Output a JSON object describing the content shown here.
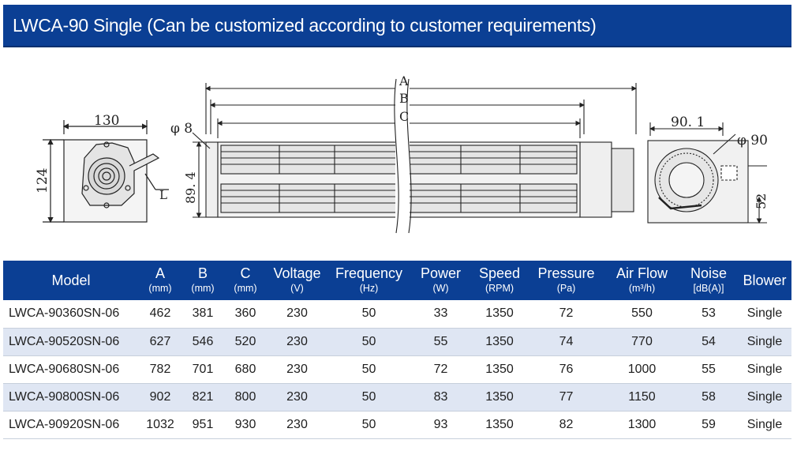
{
  "title": "LWCA-90 Single  (Can be customized according to customer requirements)",
  "drawing": {
    "left_view": {
      "width_label": "130",
      "height_label": "124",
      "cable_label": "L"
    },
    "side_view": {
      "dim_a": "A",
      "dim_b": "B",
      "dim_c": "C",
      "hole_label": "φ 8",
      "height_label": "89. 4"
    },
    "right_view": {
      "width_label": "90. 1",
      "diameter_label": "φ 90",
      "outlet_label": "52"
    }
  },
  "table": {
    "headers": [
      {
        "label": "Model",
        "unit": ""
      },
      {
        "label": "A",
        "unit": "(mm)"
      },
      {
        "label": "B",
        "unit": "(mm)"
      },
      {
        "label": "C",
        "unit": "(mm)"
      },
      {
        "label": "Voltage",
        "unit": "(V)"
      },
      {
        "label": "Frequency",
        "unit": "(Hz)"
      },
      {
        "label": "Power",
        "unit": "(W)"
      },
      {
        "label": "Speed",
        "unit": "(RPM)"
      },
      {
        "label": "Pressure",
        "unit": "(Pa)"
      },
      {
        "label": "Air Flow",
        "unit": "(m³/h)"
      },
      {
        "label": "Noise",
        "unit": "[dB(A)]"
      },
      {
        "label": "Blower",
        "unit": ""
      }
    ],
    "rows": [
      [
        "LWCA-90360SN-06",
        "462",
        "381",
        "360",
        "230",
        "50",
        "33",
        "1350",
        "72",
        "550",
        "53",
        "Single"
      ],
      [
        "LWCA-90520SN-06",
        "627",
        "546",
        "520",
        "230",
        "50",
        "55",
        "1350",
        "74",
        "770",
        "54",
        "Single"
      ],
      [
        "LWCA-90680SN-06",
        "782",
        "701",
        "680",
        "230",
        "50",
        "72",
        "1350",
        "76",
        "1000",
        "55",
        "Single"
      ],
      [
        "LWCA-90800SN-06",
        "902",
        "821",
        "800",
        "230",
        "50",
        "83",
        "1350",
        "77",
        "1150",
        "58",
        "Single"
      ],
      [
        "LWCA-90920SN-06",
        "1032",
        "951",
        "930",
        "230",
        "50",
        "93",
        "1350",
        "82",
        "1300",
        "59",
        "Single"
      ]
    ]
  }
}
